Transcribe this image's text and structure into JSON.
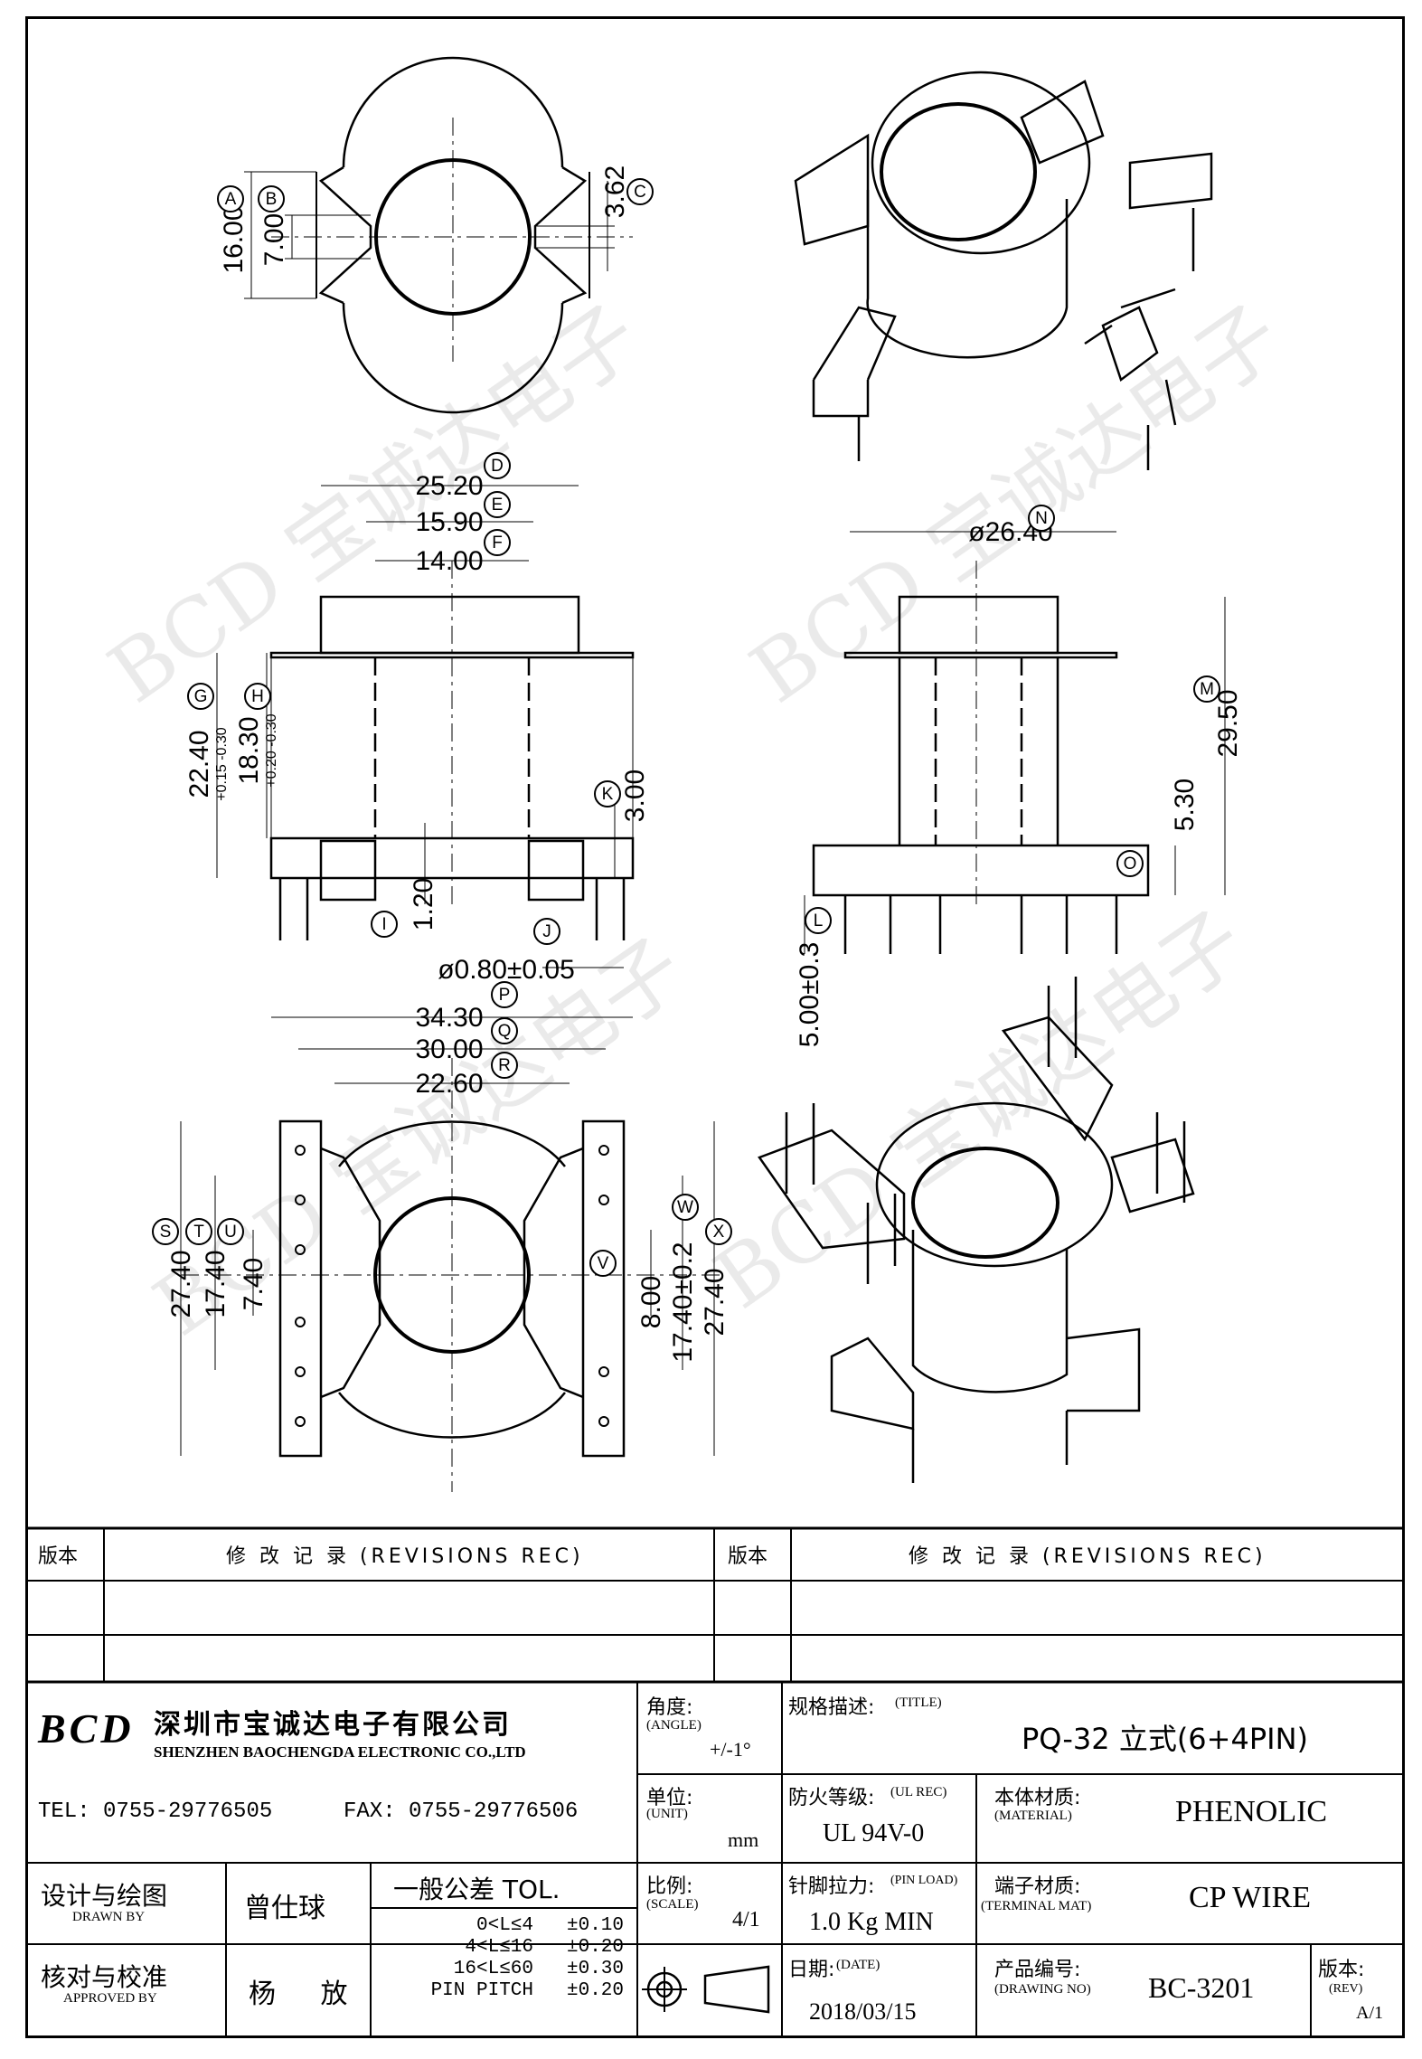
{
  "watermark": {
    "text": "BCD 宝诚达电子"
  },
  "views": {
    "top": {
      "dims": {
        "A": "16.00",
        "B": "7.00",
        "C": "3.62"
      }
    },
    "front": {
      "dims": {
        "D": "25.20",
        "E": "15.90",
        "F": "14.00",
        "G_main": "22.40",
        "G_tol": "+0.15 -0.30",
        "H_main": "18.30",
        "H_tol": "+0.20 -0.30",
        "K": "3.00",
        "I": "1.20",
        "J": "ø0.80±0.05"
      }
    },
    "side": {
      "dims": {
        "N": "ø26.40",
        "M": "29.50",
        "O": "5.30",
        "L": "5.00±0.3"
      }
    },
    "bottom": {
      "dims": {
        "P": "34.30",
        "Q": "30.00",
        "R": "22.60",
        "S": "27.40",
        "T": "17.40",
        "U": "7.40",
        "V": "8.00",
        "W": "17.40±0.2",
        "X": "27.40"
      }
    }
  },
  "callouts": [
    "A",
    "B",
    "C",
    "D",
    "E",
    "F",
    "G",
    "H",
    "I",
    "J",
    "K",
    "L",
    "M",
    "N",
    "O",
    "P",
    "Q",
    "R",
    "S",
    "T",
    "U",
    "V",
    "W",
    "X"
  ],
  "revisions": {
    "left_col": "版本",
    "left_title": "修 改 记 录 (REVISIONS REC)",
    "right_col": "版本",
    "right_title": "修 改 记 录 (REVISIONS REC)"
  },
  "company": {
    "logo": "BCD",
    "name_cn": "深圳市宝诚达电子有限公司",
    "name_en": "SHENZHEN BAOCHENGDA ELECTRONIC CO.,LTD",
    "tel": "TEL: 0755-29776505",
    "fax": "FAX: 0755-29776506"
  },
  "angle": {
    "label": "角度:",
    "label_en": "(ANGLE)",
    "value": "+/-1°"
  },
  "title": {
    "label": "规格描述:",
    "label_en": "(TITLE)",
    "value": "PQ-32 立式(6+4PIN)"
  },
  "unit": {
    "label": "单位:",
    "label_en": "(UNIT)",
    "value": "mm"
  },
  "ul": {
    "label": "防火等级:",
    "label_en": "(UL REC)",
    "value": "UL 94V-0"
  },
  "material": {
    "label": "本体材质:",
    "label_en": "(MATERIAL)",
    "value": "PHENOLIC"
  },
  "drawn": {
    "label": "设计与绘图",
    "label_en": "DRAWN BY",
    "value": "曾仕球"
  },
  "tolerance": {
    "label": "一般公差 TOL.",
    "rows": [
      [
        "0<L≤4",
        "±0.10"
      ],
      [
        "4<L≤16",
        "±0.20"
      ],
      [
        "16<L≤60",
        "±0.30"
      ],
      [
        "PIN PITCH",
        "±0.20"
      ]
    ]
  },
  "scale": {
    "label": "比例:",
    "label_en": "(SCALE)",
    "value": "4/1"
  },
  "pin_load": {
    "label": "针脚拉力:",
    "label_en": "(PIN LOAD)",
    "value": "1.0 Kg MIN"
  },
  "terminal": {
    "label": "端子材质:",
    "label_en": "(TERMINAL MAT)",
    "value": "CP WIRE"
  },
  "approved": {
    "label": "核对与校准",
    "label_en": "APPROVED BY",
    "value": "杨 放"
  },
  "date": {
    "label": "日期:",
    "label_en": "(DATE)",
    "value": "2018/03/15"
  },
  "drawing_no": {
    "label": "产品编号:",
    "label_en": "(DRAWING NO)",
    "value": "BC-3201"
  },
  "rev": {
    "label": "版本:",
    "label_en": "(REV)",
    "value": "A/1"
  }
}
